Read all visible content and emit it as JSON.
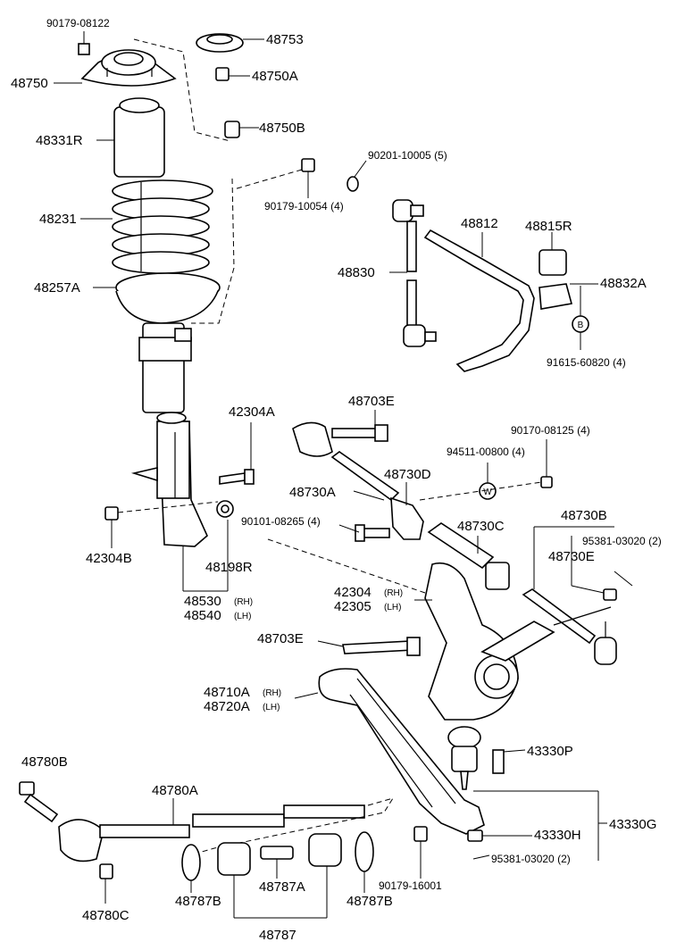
{
  "labels": {
    "p90179_08122": "90179-08122",
    "p48750": "48750",
    "p48753": "48753",
    "p48750A": "48750A",
    "p48331R": "48331R",
    "p48750B": "48750B",
    "p90201_10005": "90201-10005 (5)",
    "p90179_10054": "90179-10054 (4)",
    "p48231": "48231",
    "p48257A": "48257A",
    "p48812": "48812",
    "p48815R": "48815R",
    "p48830": "48830",
    "p48832A": "48832A",
    "p91615_60820": "91615-60820 (4)",
    "p42304A": "42304A",
    "p48703E_top": "48703E",
    "p90170_08125": "90170-08125 (4)",
    "p94511_00800": "94511-00800 (4)",
    "p48730D": "48730D",
    "p48730A": "48730A",
    "p90101_08265": "90101-08265 (4)",
    "p48730C": "48730C",
    "p48730B": "48730B",
    "p95381_03020_top": "95381-03020 (2)",
    "p48730E": "48730E",
    "p42304B": "42304B",
    "p48198R": "48198R",
    "p48530": "48530",
    "p48530_side": "(RH)",
    "p48540": "48540",
    "p48540_side": "(LH)",
    "p42304": "42304",
    "p42304_side": "(RH)",
    "p42305": "42305",
    "p42305_side": "(LH)",
    "p48703E_mid": "48703E",
    "p48710A": "48710A",
    "p48710A_side": "(RH)",
    "p48720A": "48720A",
    "p48720A_side": "(LH)",
    "p43330P": "43330P",
    "p48780B": "48780B",
    "p48780A": "48780A",
    "p43330G": "43330G",
    "p43330H": "43330H",
    "p95381_03020_bot": "95381-03020 (2)",
    "p90179_16001": "90179-16001",
    "p48780C": "48780C",
    "p48787B_left": "48787B",
    "p48787A": "48787A",
    "p48787B_right": "48787B",
    "p48787": "48787",
    "marker_W": "W",
    "marker_B": "B"
  }
}
